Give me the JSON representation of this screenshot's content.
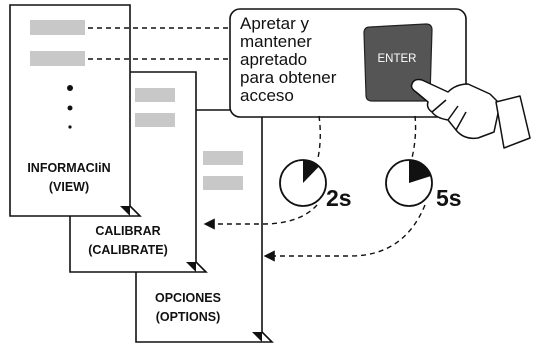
{
  "pages": {
    "view": {
      "line1": "INFORMACIiN",
      "line2": "(VIEW)"
    },
    "calibrate": {
      "line1": "CALIBRAR",
      "line2": "(CALIBRATE)"
    },
    "options": {
      "line1": "OPCIONES",
      "line2": "(OPTIONS)"
    }
  },
  "callout": {
    "lines": [
      "Apretar y",
      "mantener",
      "apretado",
      "para obtener",
      "acceso"
    ]
  },
  "key": {
    "label": "ENTER"
  },
  "timers": {
    "short": {
      "label": "2s",
      "seconds": 2
    },
    "long": {
      "label": "5s",
      "seconds": 5
    }
  }
}
